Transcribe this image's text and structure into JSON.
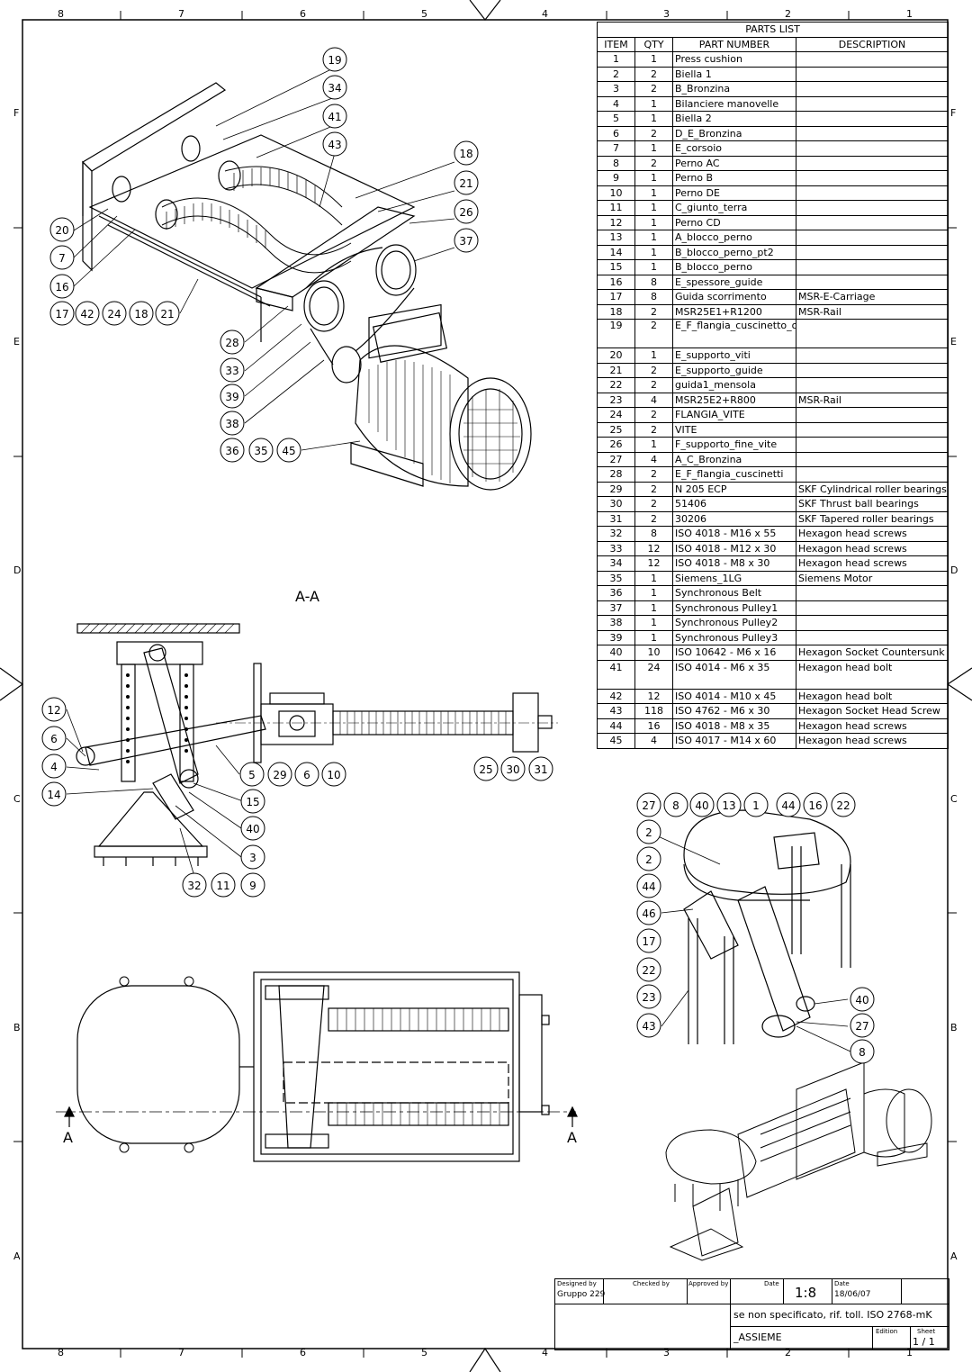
{
  "border": {
    "columns_top": [
      "8",
      "7",
      "6",
      "5",
      "4",
      "3",
      "2",
      "1"
    ],
    "rows_side": [
      "F",
      "E",
      "D",
      "C",
      "B",
      "A"
    ]
  },
  "parts_list": {
    "title": "PARTS LIST",
    "headers": [
      "ITEM",
      "QTY",
      "PART NUMBER",
      "DESCRIPTION"
    ],
    "rows": [
      [
        "1",
        "1",
        "Press cushion",
        ""
      ],
      [
        "2",
        "2",
        "Biella 1",
        ""
      ],
      [
        "3",
        "2",
        "B_Bronzina",
        ""
      ],
      [
        "4",
        "1",
        "Bilanciere manovelle",
        ""
      ],
      [
        "5",
        "1",
        "Biella 2",
        ""
      ],
      [
        "6",
        "2",
        "D_E_Bronzina",
        ""
      ],
      [
        "7",
        "1",
        "E_corsoio",
        ""
      ],
      [
        "8",
        "2",
        "Perno AC",
        ""
      ],
      [
        "9",
        "1",
        "Perno B",
        ""
      ],
      [
        "10",
        "1",
        "Perno DE",
        ""
      ],
      [
        "11",
        "1",
        "C_giunto_terra",
        ""
      ],
      [
        "12",
        "1",
        "Perno CD",
        ""
      ],
      [
        "13",
        "1",
        "A_blocco_perno",
        ""
      ],
      [
        "14",
        "1",
        "B_blocco_perno_pt2",
        ""
      ],
      [
        "15",
        "1",
        "B_blocco_perno",
        ""
      ],
      [
        "16",
        "8",
        "E_spessore_guide",
        ""
      ],
      [
        "17",
        "8",
        "Guida scorrimento",
        "MSR-E-Carriage"
      ],
      [
        "18",
        "2",
        "MSR25E1+R1200",
        "MSR-Rail"
      ],
      [
        "19",
        "2",
        "E_F_flangia_cuscinetto_obliquo",
        ""
      ],
      [
        "20",
        "1",
        "E_supporto_viti",
        ""
      ],
      [
        "21",
        "2",
        "E_supporto_guide",
        ""
      ],
      [
        "22",
        "2",
        "guida1_mensola",
        ""
      ],
      [
        "23",
        "4",
        "MSR25E2+R800",
        "MSR-Rail"
      ],
      [
        "24",
        "2",
        "FLANGIA_VITE",
        ""
      ],
      [
        "25",
        "2",
        "VITE",
        ""
      ],
      [
        "26",
        "1",
        "F_supporto_fine_vite",
        ""
      ],
      [
        "27",
        "4",
        "A_C_Bronzina",
        ""
      ],
      [
        "28",
        "2",
        "E_F_flangia_cuscinetti",
        ""
      ],
      [
        "29",
        "2",
        "N 205 ECP",
        "SKF Cylindrical roller bearings"
      ],
      [
        "30",
        "2",
        "51406",
        "SKF Thrust ball bearings"
      ],
      [
        "31",
        "2",
        "30206",
        "SKF Tapered roller bearings"
      ],
      [
        "32",
        "8",
        "ISO 4018 - M16 x 55",
        "Hexagon head screws"
      ],
      [
        "33",
        "12",
        "ISO 4018 - M12 x 30",
        "Hexagon head screws"
      ],
      [
        "34",
        "12",
        "ISO 4018 - M8 x 30",
        "Hexagon head screws"
      ],
      [
        "35",
        "1",
        "Siemens_1LG",
        "Siemens Motor"
      ],
      [
        "36",
        "1",
        "Synchronous Belt",
        ""
      ],
      [
        "37",
        "1",
        "Synchronous Pulley1",
        ""
      ],
      [
        "38",
        "1",
        "Synchronous Pulley2",
        ""
      ],
      [
        "39",
        "1",
        "Synchronous Pulley3",
        ""
      ],
      [
        "40",
        "10",
        "ISO 10642 - M6 x  16",
        "Hexagon Socket Countersunk"
      ],
      [
        "41",
        "24",
        "ISO 4014 - M6 x 35",
        "Hexagon head bolt"
      ],
      [
        "42",
        "12",
        "ISO 4014 - M10 x 45",
        "Hexagon head bolt"
      ],
      [
        "43",
        "118",
        "ISO 4762 - M6 x 30",
        "Hexagon Socket Head Screw"
      ],
      [
        "44",
        "16",
        "ISO 4018 - M8 x 35",
        "Hexagon head screws"
      ],
      [
        "45",
        "4",
        "ISO 4017 - M14 x 60",
        "Hexagon head screws"
      ]
    ]
  },
  "views": {
    "section_label": "A-A",
    "cut_left": "A",
    "cut_right": "A"
  },
  "balloons": {
    "top_view": [
      "19",
      "34",
      "41",
      "43",
      "18",
      "21",
      "26",
      "37",
      "20",
      "7",
      "16",
      "17",
      "42",
      "24",
      "18",
      "21",
      "28",
      "33",
      "39",
      "38",
      "36",
      "35",
      "45"
    ],
    "section_view": [
      "12",
      "6",
      "4",
      "14",
      "5",
      "29",
      "6",
      "10",
      "15",
      "40",
      "3",
      "32",
      "11",
      "9",
      "25",
      "30",
      "31"
    ],
    "iso_view": [
      "27",
      "8",
      "40",
      "13",
      "1",
      "44",
      "16",
      "22",
      "2",
      "2",
      "44",
      "46",
      "17",
      "22",
      "23",
      "43",
      "40",
      "27",
      "8"
    ]
  },
  "title_block": {
    "designed_by_label": "Designed by",
    "designed_by": "Gruppo 229",
    "checked_by_label": "Checked by",
    "approved_by_label": "Approved by",
    "date_label": "Date",
    "scale": "1:8",
    "date2_label": "Date",
    "date": "18/06/07",
    "tolerance_note": "se non specificato, rif. toll. ISO 2768-mK",
    "drawing_name": "_ASSIEME",
    "edition_label": "Edition",
    "sheet_label": "Sheet",
    "sheet": "1 / 1"
  }
}
